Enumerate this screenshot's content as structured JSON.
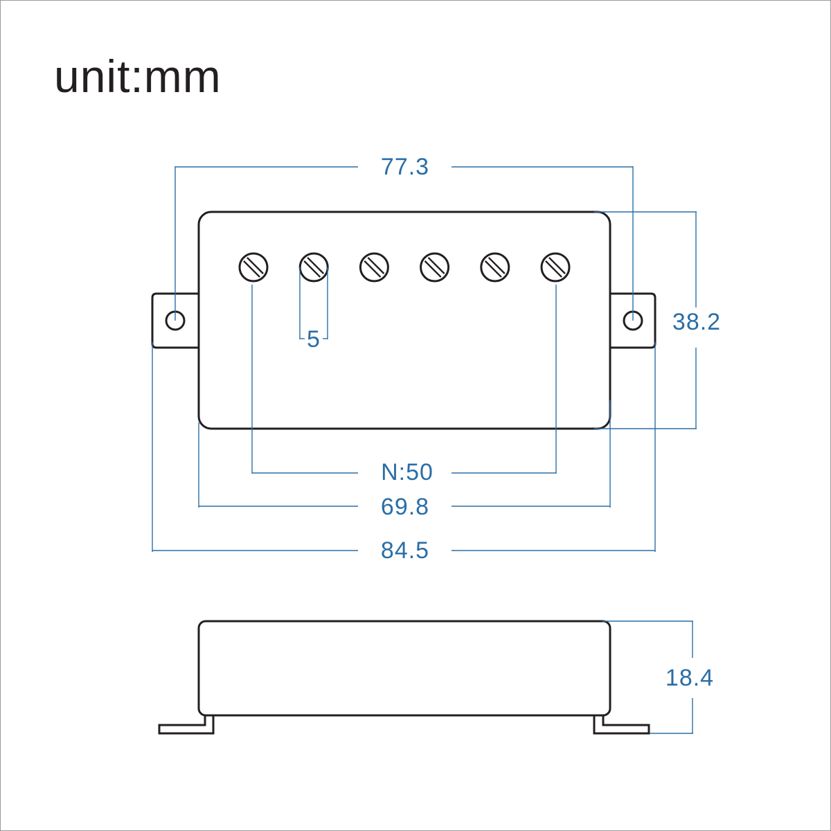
{
  "title": "unit:mm",
  "colors": {
    "outline": "#231f20",
    "dimension": "#2a6ea6"
  },
  "top_view": {
    "pole_count": 6,
    "dimensions": {
      "overall_width_mounting_holes": "77.3",
      "height": "38.2",
      "pole_spacing": "5",
      "pole_span": "N:50",
      "cover_width": "69.8",
      "overall_width": "84.5"
    }
  },
  "side_view": {
    "dimensions": {
      "height": "18.4"
    }
  }
}
